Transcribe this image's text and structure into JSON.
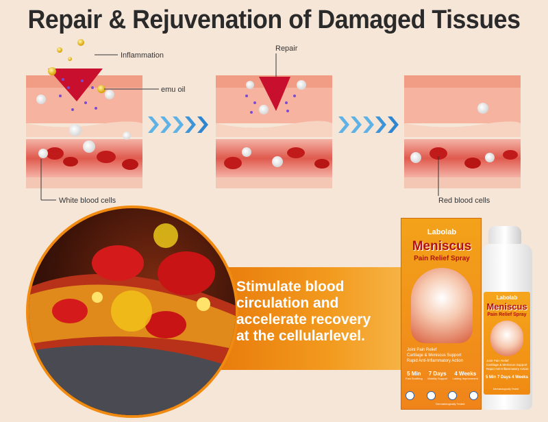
{
  "title": "Repair & Rejuvenation of Damaged Tissues",
  "diagram": {
    "labels": {
      "inflammation": "Inflammation",
      "emu_oil": "emu oil",
      "repair": "Repair",
      "white_blood_cells": "White blood cells",
      "red_blood_cells": "Red blood cells"
    },
    "colors": {
      "tissue": "#f7b49a",
      "tissue_top": "#f6a48a",
      "vessel": "#d9433a",
      "arrow": "#4aa6e0"
    }
  },
  "banner": {
    "text": "Stimulate blood\ncirculation and\naccelerate recovery\nat the cellularlevel."
  },
  "product": {
    "brand": "Labolab",
    "name": "Meniscus",
    "subtitle": "Pain Relief Spray",
    "features": [
      "Joint Pain Relief",
      "Cartilage & Meniscus Support",
      "Rapid Anti-Inflammatory Action"
    ],
    "stats": [
      {
        "value": "5 Min",
        "caption": "Fast Soothing"
      },
      {
        "value": "7 Days",
        "caption": "Mobility Support"
      },
      {
        "value": "4 Weeks",
        "caption": "Lasting Improvement"
      }
    ],
    "footer": "Dermatologically Tested"
  }
}
